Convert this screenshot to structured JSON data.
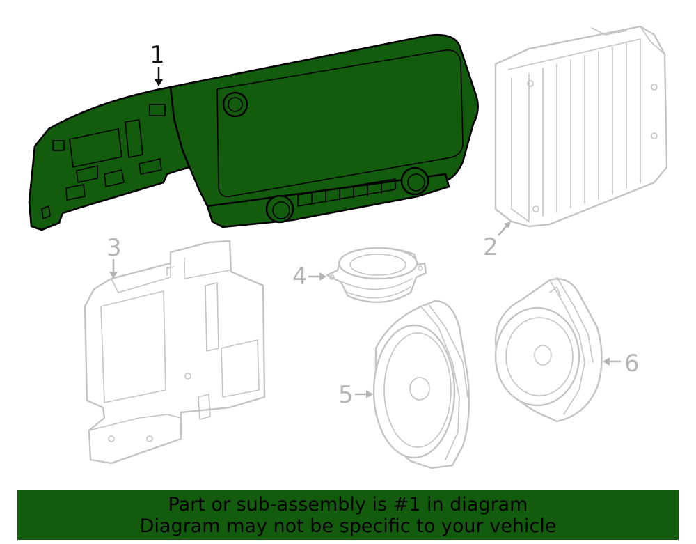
{
  "diagram": {
    "highlight_color": "#135c0e",
    "callouts": [
      {
        "id": "1",
        "label": "1",
        "part": "radio control panel",
        "highlighted": true
      },
      {
        "id": "2",
        "label": "2",
        "part": "amplifier module",
        "highlighted": false
      },
      {
        "id": "3",
        "label": "3",
        "part": "mounting bracket",
        "highlighted": false
      },
      {
        "id": "4",
        "label": "4",
        "part": "tweeter speaker",
        "highlighted": false
      },
      {
        "id": "5",
        "label": "5",
        "part": "front speaker",
        "highlighted": false
      },
      {
        "id": "6",
        "label": "6",
        "part": "rear speaker",
        "highlighted": false
      }
    ]
  },
  "banner": {
    "line1": "Part or sub-assembly is #1 in diagram",
    "line2": "Diagram may not be specific to your vehicle",
    "background": "#135c0e"
  }
}
